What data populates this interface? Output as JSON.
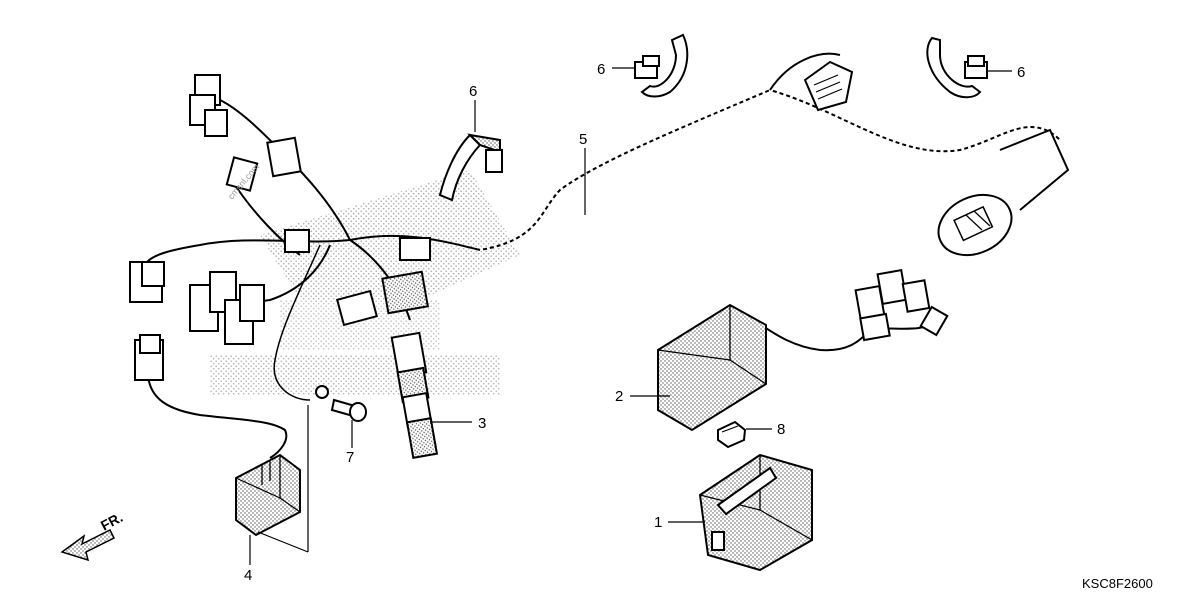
{
  "diagram": {
    "code": "KSC8F2600",
    "direction_label": "FR.",
    "watermark": "cmsnl.com",
    "callouts": [
      {
        "id": "1",
        "label": "1"
      },
      {
        "id": "2",
        "label": "2"
      },
      {
        "id": "3",
        "label": "3"
      },
      {
        "id": "4",
        "label": "4"
      },
      {
        "id": "5",
        "label": "5"
      },
      {
        "id": "6a",
        "label": "6"
      },
      {
        "id": "6b",
        "label": "6"
      },
      {
        "id": "6c",
        "label": "6"
      },
      {
        "id": "7",
        "label": "7"
      },
      {
        "id": "8",
        "label": "8"
      }
    ]
  }
}
